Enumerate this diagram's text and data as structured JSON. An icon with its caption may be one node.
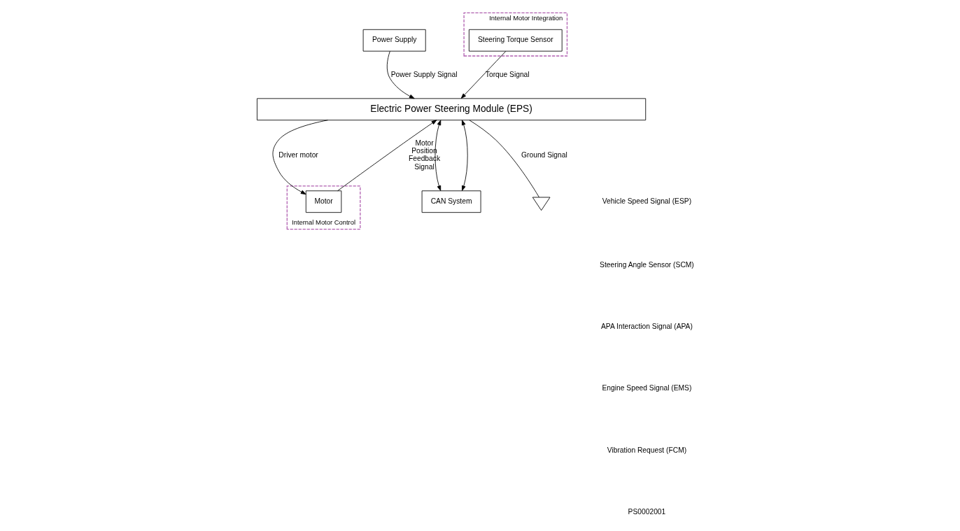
{
  "diagram": {
    "nodes": [
      {
        "text": [
          "Power Supply"
        ]
      },
      {
        "text": [
          "Internal Motor Integration"
        ]
      },
      {
        "text": [
          "Steering Torque Sensor"
        ],
        "in": 1
      },
      {
        "text": [
          "Electric Power Steering Module (EPS)"
        ]
      },
      {
        "text": [
          "Internal Motor Control"
        ]
      },
      {
        "text": [
          "Motor"
        ],
        "in": 4
      },
      {
        "text": [
          "CAN System"
        ]
      },
      {
        "text": [],
        "shape": "ground"
      }
    ],
    "edges": [
      {
        "from": 0,
        "to": 3,
        "arrow": "to",
        "label": "Power Supply Signal"
      },
      {
        "from": 2,
        "to": 3,
        "arrow": "to",
        "label": "Torque Signal"
      },
      {
        "from": 3,
        "to": 5,
        "arrow": "to",
        "label": "Driver motor"
      },
      {
        "from": 5,
        "to": 3,
        "arrow": "to",
        "label": "Motor Position Feedback Signal"
      },
      {
        "from": 3,
        "to": 6,
        "arrow": "both"
      },
      {
        "from": 3,
        "to": 6,
        "arrow": "both"
      },
      {
        "from": 3,
        "to": 7,
        "arrow": "none",
        "label": "Ground Signal"
      }
    ],
    "labels": [
      "Vehicle Speed Signal (ESP)",
      "Steering Angle Sensor (SCM)",
      "APA Interaction Signal (APA)",
      "Engine Speed Signal (EMS)",
      "Vibration Request (FCM)",
      "PS0002001"
    ]
  }
}
